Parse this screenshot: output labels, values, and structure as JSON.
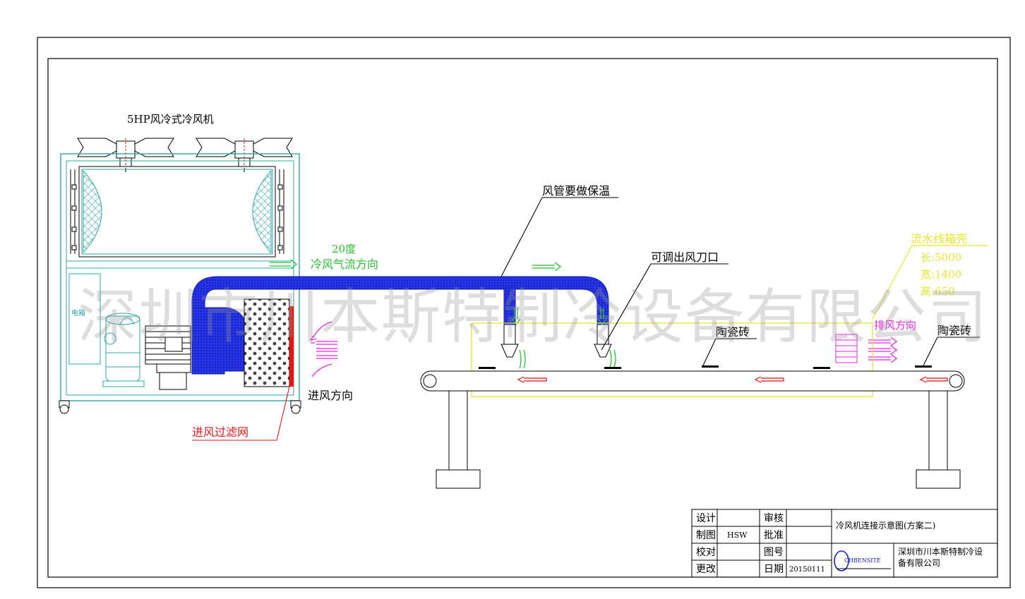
{
  "unit_title": "5HP风冷式冷风机",
  "elec_box": "电箱",
  "duct_note": "风管要做保温",
  "airflow_temp": "20度",
  "airflow_label": "冷风气流方向",
  "nozzle_label": "可调出风刀口",
  "intake_label": "进风方向",
  "filter_label": "进风过滤网",
  "housing_title": "流水线箱壳",
  "housing_length": "长:5000",
  "housing_width": "宽:1400",
  "housing_height": "高:650",
  "exhaust_label": "排风方向",
  "tile_label_1": "陶瓷砖",
  "tile_label_2": "陶瓷砖",
  "watermark": "深圳市川本斯特制冷设备有限公司",
  "title_block": {
    "design_label": "设计",
    "design_value": "",
    "review_label": "审核",
    "review_value": "",
    "draw_label": "制图",
    "draw_value": "HSW",
    "approve_label": "批准",
    "approve_value": "",
    "check_label": "校对",
    "check_value": "",
    "drawing_no_label": "图号",
    "drawing_no_value": "",
    "revise_label": "更改",
    "revise_value": "",
    "date_label": "日期",
    "date_value": "20150111",
    "drawing_title": "冷风机连接示意图(方案二)",
    "company_line1": "深圳市川本斯特制冷设",
    "company_line2": "备有限公司",
    "logo_text": "CHBENSITE"
  },
  "colors": {
    "outline": "#000000",
    "unit_frame": "#2aa9a9",
    "duct": "#1f2fdd",
    "airflow_green": "#22c22c",
    "intake_magenta": "#ee22ee",
    "filter_red": "#e81515",
    "housing_yellow": "#e6e627",
    "conveyor_arrow_red": "#dd1111"
  }
}
